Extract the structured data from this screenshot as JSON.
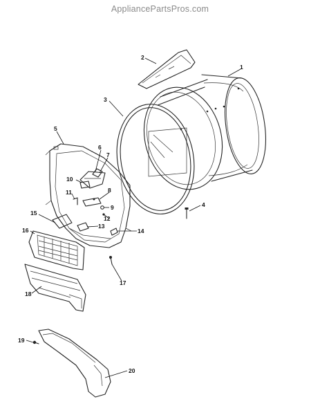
{
  "watermark": "AppliancePartsPros.com",
  "callouts": [
    {
      "id": "1",
      "label": "1"
    },
    {
      "id": "2",
      "label": "2"
    },
    {
      "id": "3",
      "label": "3"
    },
    {
      "id": "4",
      "label": "4"
    },
    {
      "id": "5",
      "label": "5"
    },
    {
      "id": "6",
      "label": "6"
    },
    {
      "id": "7",
      "label": "7"
    },
    {
      "id": "8",
      "label": "8"
    },
    {
      "id": "9",
      "label": "9"
    },
    {
      "id": "10",
      "label": "10"
    },
    {
      "id": "11",
      "label": "11"
    },
    {
      "id": "12",
      "label": "12"
    },
    {
      "id": "13",
      "label": "13"
    },
    {
      "id": "14",
      "label": "14"
    },
    {
      "id": "15",
      "label": "15"
    },
    {
      "id": "16",
      "label": "16"
    },
    {
      "id": "17",
      "label": "17"
    },
    {
      "id": "18",
      "label": "18"
    },
    {
      "id": "19",
      "label": "19"
    },
    {
      "id": "20",
      "label": "20"
    }
  ]
}
